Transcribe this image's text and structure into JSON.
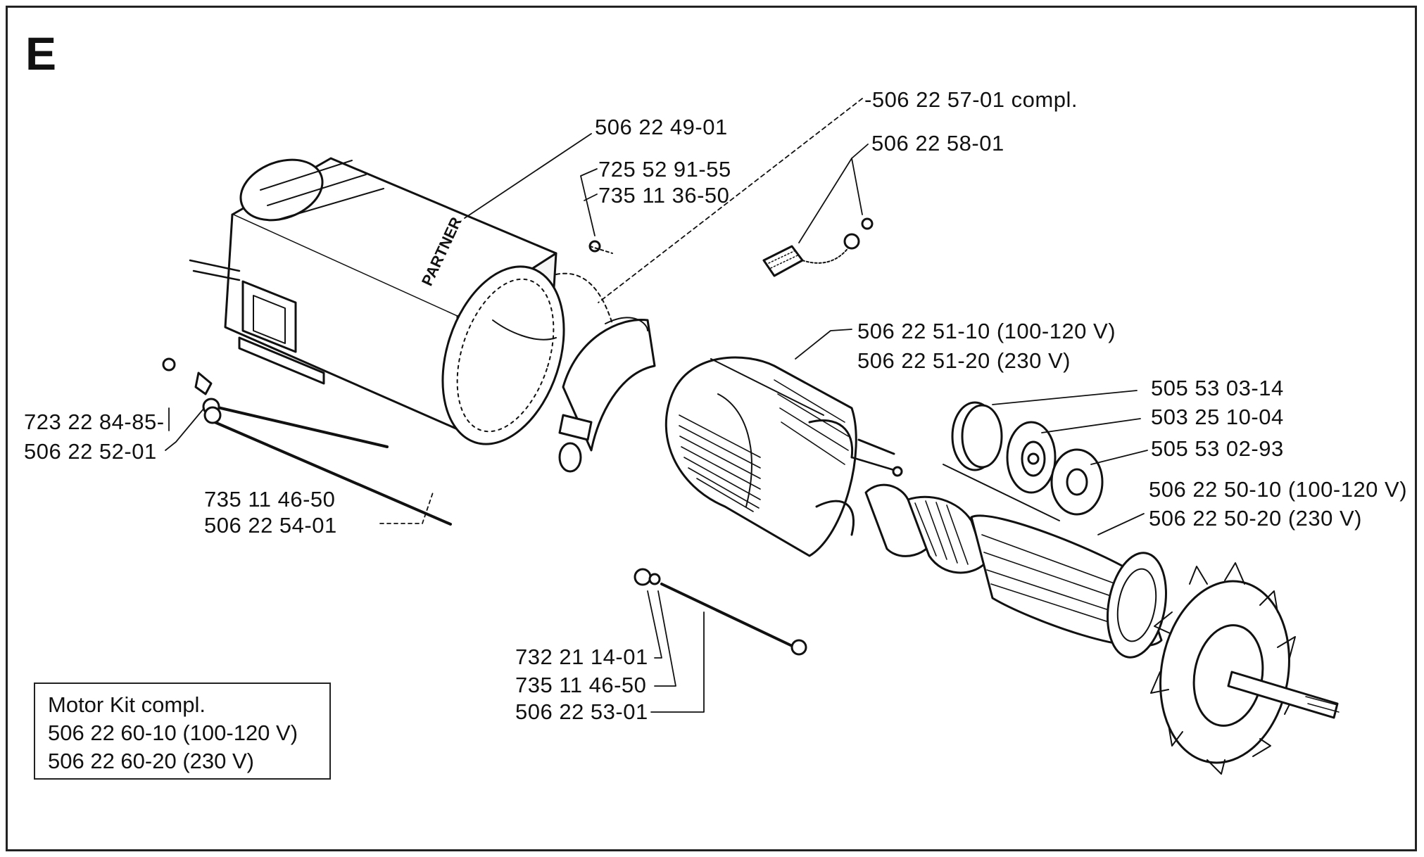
{
  "section_letter": "E",
  "parts": {
    "motor_compl": "-506 22 57-01 compl.",
    "housing": "506 22 49-01",
    "brush": "506 22 58-01",
    "screw_top": "725 52 91-55",
    "washer_top": "735 11 36-50",
    "stator_a": "506 22 51-10 (100-120 V)",
    "stator_b": "506 22 51-20 (230 V)",
    "bearing_cap": "505 53 03-14",
    "bearing": "503 25 10-04",
    "bearing_ring": "505 53 02-93",
    "armature_a": "506 22 50-10 (100-120 V)",
    "armature_b": "506 22 50-20 (230 V)",
    "screw_left": "723 22 84-85-",
    "clamp_left": "506 22 52-01",
    "washer_left": "735 11 46-50",
    "rod_left": "506 22 54-01",
    "nut_bottom": "732 21 14-01",
    "washer_bottom": "735 11 46-50",
    "rod_bottom": "506 22 53-01"
  },
  "motor_kit": {
    "title": "Motor Kit compl.",
    "line1": "506 22 60-10 (100-120 V)",
    "line2": "506 22 60-20 (230 V)"
  },
  "brand_text": "PARTNER"
}
